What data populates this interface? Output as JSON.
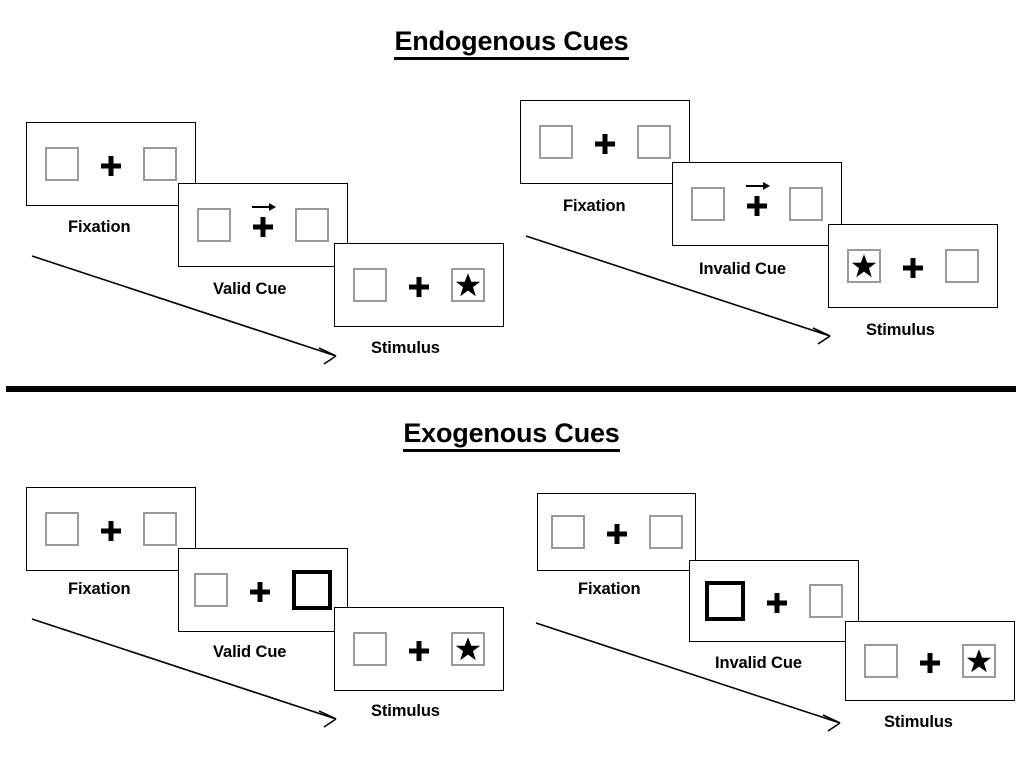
{
  "figure": {
    "title_endogenous": "Endogenous Cues",
    "title_exogenous": "Exogenous Cues",
    "divider_color": "#000000",
    "box_border_color": "#9a9a9a",
    "cued_box_border_color": "#000000",
    "panel_border_color": "#000000",
    "star_color": "#000000",
    "plus_color": "#000000",
    "background_color": "#ffffff"
  },
  "sections": [
    {
      "id": "endogenous",
      "title": "Endogenous Cues",
      "cue_type": "arrow",
      "groups": [
        {
          "id": "endogenous-valid",
          "condition": "valid",
          "panels": [
            {
              "label": "Fixation",
              "left_box": "empty",
              "right_box": "empty",
              "center": "plus",
              "arrow": "none"
            },
            {
              "label": "Valid Cue",
              "left_box": "empty",
              "right_box": "empty",
              "center": "plus",
              "arrow": "right"
            },
            {
              "label": "Stimulus",
              "left_box": "empty",
              "right_box": "star",
              "center": "plus",
              "arrow": "none"
            }
          ]
        },
        {
          "id": "endogenous-invalid",
          "condition": "invalid",
          "panels": [
            {
              "label": "Fixation",
              "left_box": "empty",
              "right_box": "empty",
              "center": "plus",
              "arrow": "none"
            },
            {
              "label": "Invalid Cue",
              "left_box": "empty",
              "right_box": "empty",
              "center": "plus",
              "arrow": "right"
            },
            {
              "label": "Stimulus",
              "left_box": "star",
              "right_box": "empty",
              "center": "plus",
              "arrow": "none"
            }
          ]
        }
      ]
    },
    {
      "id": "exogenous",
      "title": "Exogenous Cues",
      "cue_type": "box-flash",
      "groups": [
        {
          "id": "exogenous-valid",
          "condition": "valid",
          "panels": [
            {
              "label": "Fixation",
              "left_box": "empty",
              "right_box": "empty",
              "center": "plus",
              "arrow": "none"
            },
            {
              "label": "Valid Cue",
              "left_box": "empty",
              "right_box": "cued",
              "center": "plus",
              "arrow": "none"
            },
            {
              "label": "Stimulus",
              "left_box": "empty",
              "right_box": "star",
              "center": "plus",
              "arrow": "none"
            }
          ]
        },
        {
          "id": "exogenous-invalid",
          "condition": "invalid",
          "panels": [
            {
              "label": "Fixation",
              "left_box": "empty",
              "right_box": "empty",
              "center": "plus",
              "arrow": "none"
            },
            {
              "label": "Invalid Cue",
              "left_box": "cued",
              "right_box": "empty",
              "center": "plus",
              "arrow": "none"
            },
            {
              "label": "Stimulus",
              "left_box": "empty",
              "right_box": "star",
              "center": "plus",
              "arrow": "none"
            }
          ]
        }
      ]
    }
  ],
  "labels": {
    "fixation": "Fixation",
    "valid_cue": "Valid Cue",
    "invalid_cue": "Invalid Cue",
    "stimulus": "Stimulus"
  }
}
